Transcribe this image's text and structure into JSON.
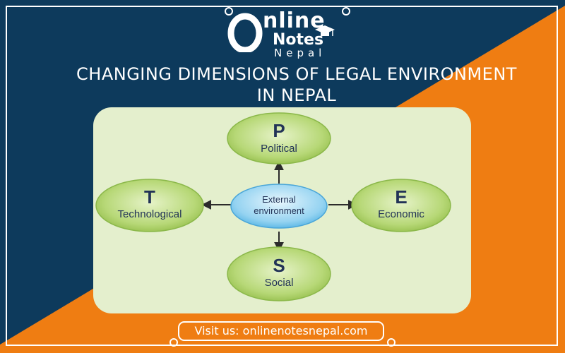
{
  "logo": {
    "line1": "nline",
    "line2": "Notes",
    "line3": "Nepal"
  },
  "title": {
    "line1": "CHANGING DIMENSIONS OF LEGAL ENVIRONMENT",
    "line2": "IN NEPAL"
  },
  "diagram": {
    "center": {
      "line1": "External",
      "line2": "environment"
    },
    "nodes": {
      "top": {
        "letter": "P",
        "label": "Political"
      },
      "left": {
        "letter": "T",
        "label": "Technological"
      },
      "right": {
        "letter": "E",
        "label": "Economic"
      },
      "bottom": {
        "letter": "S",
        "label": "Social"
      }
    }
  },
  "footer": {
    "visit": "Visit us: onlinenotesnepal.com"
  },
  "colors": {
    "navy": "#0d3a5c",
    "orange": "#ef7d12",
    "panel": "#e4efcd",
    "node_green": "#a9cf5c",
    "center_blue": "#7fc7ec"
  }
}
